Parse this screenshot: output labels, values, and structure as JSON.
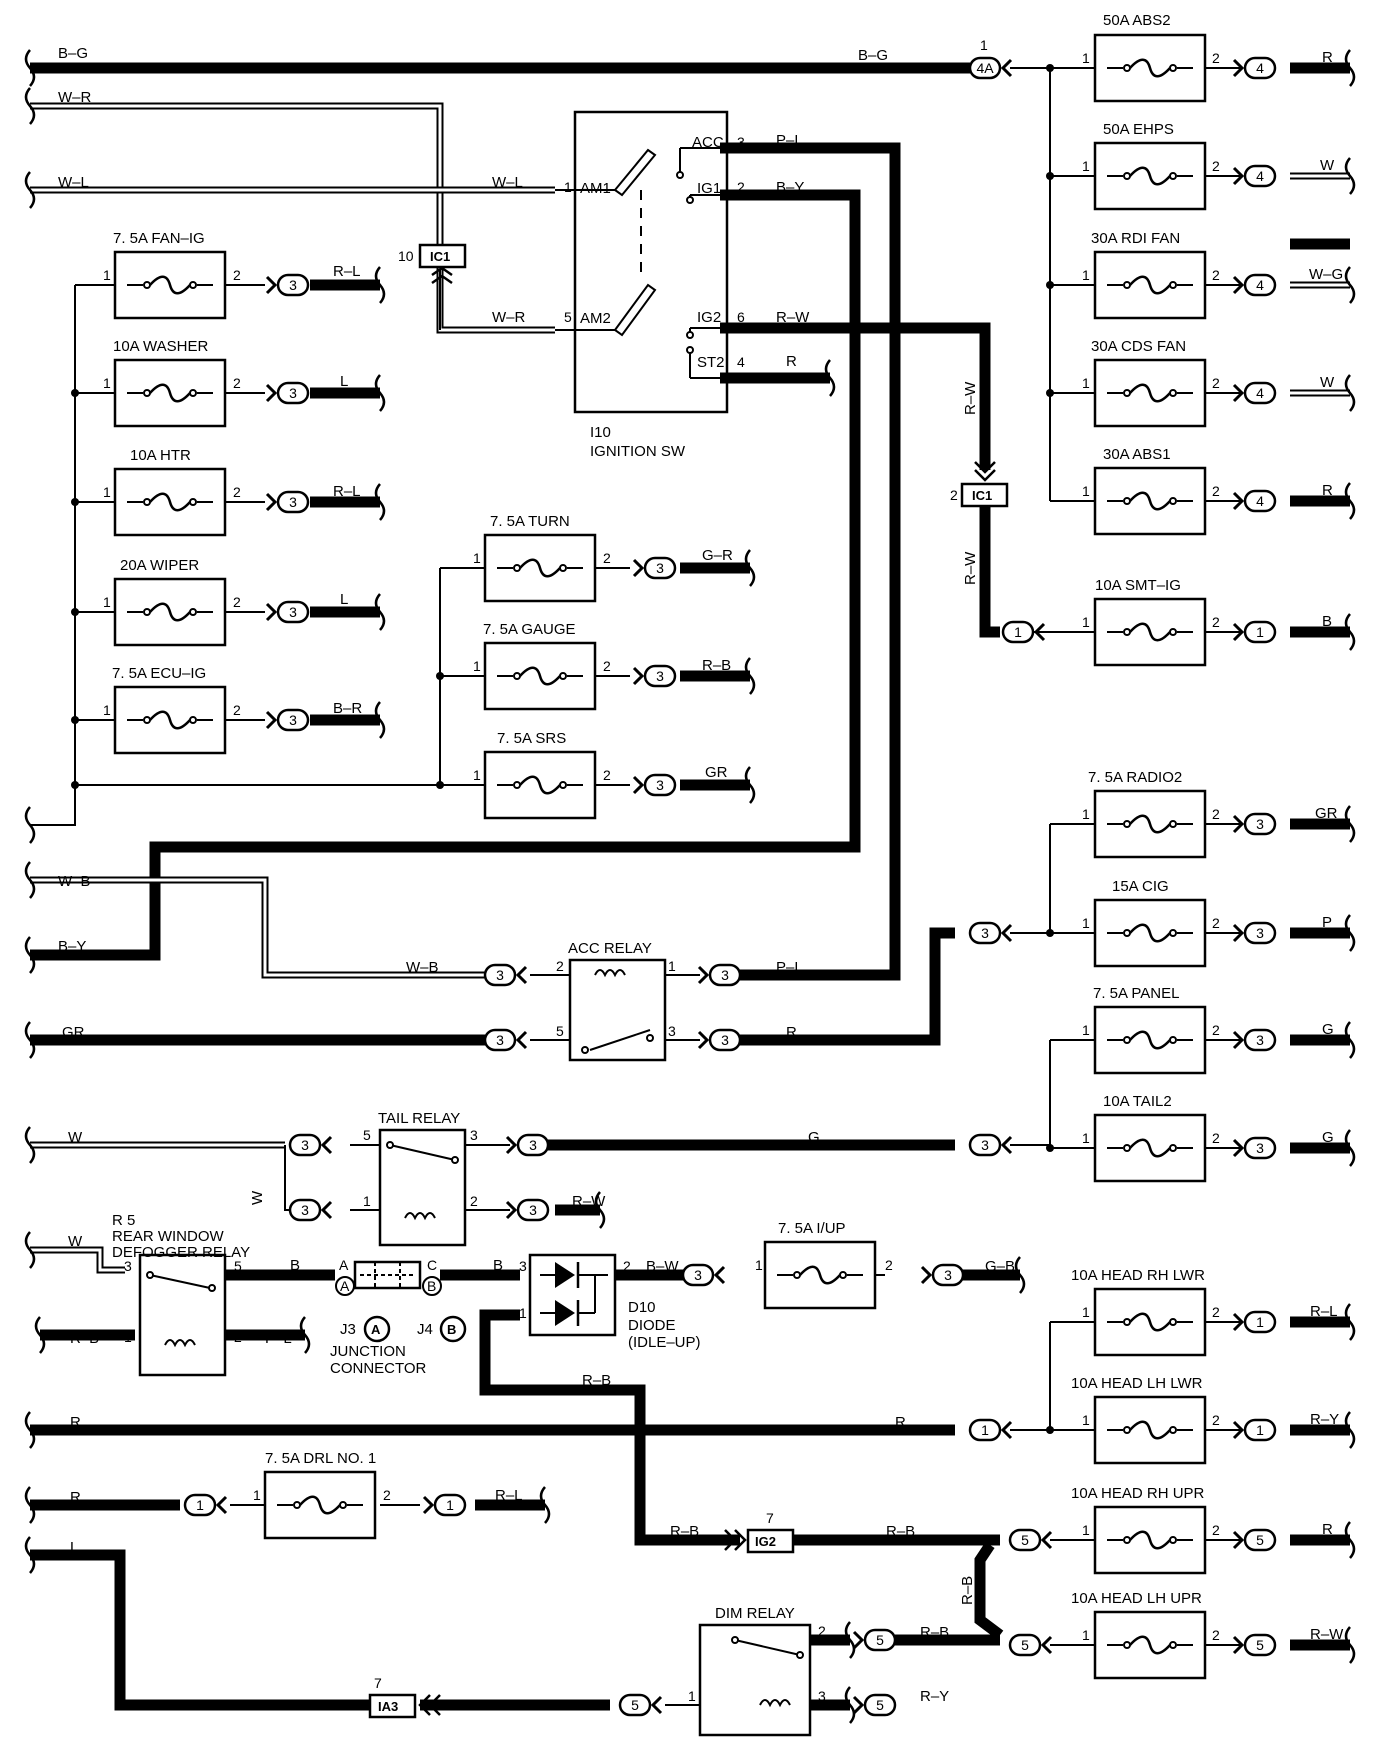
{
  "wires": {
    "bg_left": "B–G",
    "bg_mid": "B–G",
    "wr_left": "W–R",
    "wl_left": "W–L",
    "wl_am1": "W–L",
    "wr_am2": "W–R",
    "pl_acc": "P–L",
    "by_ig1": "B–Y",
    "rw_ig2": "R–W",
    "r_st2": "R",
    "rw_v1": "R–W",
    "rw_v2": "R–W",
    "rl_fanig": "R–L",
    "l_washer": "L",
    "rl_htr": "R–L",
    "l_wiper": "L",
    "br_ecuig": "B–R",
    "gr_turn": "G–R",
    "rb_gauge": "R–B",
    "gr_srs": "GR",
    "r_abs2": "R",
    "w_ehps": "W",
    "wg_rdi": "W–G",
    "w_cds": "W",
    "r_abs1": "R",
    "b_smt": "B",
    "wb_left": "W–B",
    "by_left": "B–Y",
    "wb_acc": "W–B",
    "pl_accrelay": "P–L",
    "gr_left": "GR",
    "r_accrelay": "R",
    "gr_radio2": "GR",
    "p_cig": "P",
    "g_panel": "G",
    "g_tail2": "G",
    "w_tail": "W",
    "w_tailv": "W",
    "g_tailrelay": "G",
    "rw_tail": "R–W",
    "w_defog": "W",
    "b_defog": "B",
    "b_diode": "B",
    "rb_defog": "R–B",
    "pl_defog": "P–L",
    "bw_diode": "B–W",
    "gb_iup": "G–B",
    "rb_diode": "R–B",
    "rl_rhlwr": "R–L",
    "r_long": "R",
    "r_long_mid": "R",
    "ry_lhlwr": "R–Y",
    "r_drl": "R",
    "rl_drl": "R–L",
    "l_left": "L",
    "rb_ig2a": "R–B",
    "rb_ig2b": "R–B",
    "rb_vert": "R–B",
    "r_rhupr": "R",
    "rb_dim": "R–B",
    "rw_lhupr": "R–W",
    "ry_dim": "R–Y"
  },
  "fuses": {
    "abs2": "50A ABS2",
    "ehps": "50A EHPS",
    "rdi_fan": "30A RDI FAN",
    "cds_fan": "30A CDS FAN",
    "abs1": "30A ABS1",
    "smt_ig": "10A SMT–IG",
    "fan_ig": "7. 5A FAN–IG",
    "washer": "10A WASHER",
    "htr": "10A HTR",
    "wiper": "20A WIPER",
    "ecu_ig": "7. 5A ECU–IG",
    "turn": "7. 5A TURN",
    "gauge": "7. 5A GAUGE",
    "srs": "7. 5A SRS",
    "radio2": "7. 5A RADIO2",
    "cig": "15A CIG",
    "panel": "7. 5A PANEL",
    "tail2": "10A TAIL2",
    "iup": "7. 5A I/UP",
    "head_rh_lwr": "10A HEAD RH LWR",
    "head_lh_lwr": "10A HEAD LH LWR",
    "head_rh_upr": "10A HEAD RH UPR",
    "head_lh_upr": "10A HEAD LH UPR",
    "drl1": "7. 5A DRL NO. 1"
  },
  "components": {
    "ign_code": "I10",
    "ign_name": "IGNITION SW",
    "acc_relay": "ACC RELAY",
    "tail_relay": "TAIL RELAY",
    "dim_relay": "DIM RELAY",
    "r5_code": "R 5",
    "r5_line1": "REAR WINDOW",
    "r5_line2": "DEFOGGER RELAY",
    "junction_j3": "J3",
    "junction_j4": "J4",
    "junction_line1": "JUNCTION",
    "junction_line2": "CONNECTOR",
    "diode_code": "D10",
    "diode_line1": "DIODE",
    "diode_line2": "(IDLE–UP)"
  },
  "ign_pins": {
    "am1": "AM1",
    "am2": "AM2",
    "acc": "ACC",
    "ig1": "IG1",
    "ig2": "IG2",
    "st2": "ST2"
  },
  "connectors": {
    "c4A": "4A",
    "c4": "4",
    "c3": "3",
    "c1": "1",
    "c5": "5",
    "ic1": "IC1",
    "ig2": "IG2",
    "ia3": "IA3",
    "jA": "A",
    "jB": "B"
  },
  "pins": {
    "p1": "1",
    "p2": "2",
    "p3": "3",
    "p4": "4",
    "p5": "5",
    "p6": "6",
    "p7": "7",
    "p10": "10",
    "pA": "A",
    "pB": "B",
    "pC": "C"
  }
}
